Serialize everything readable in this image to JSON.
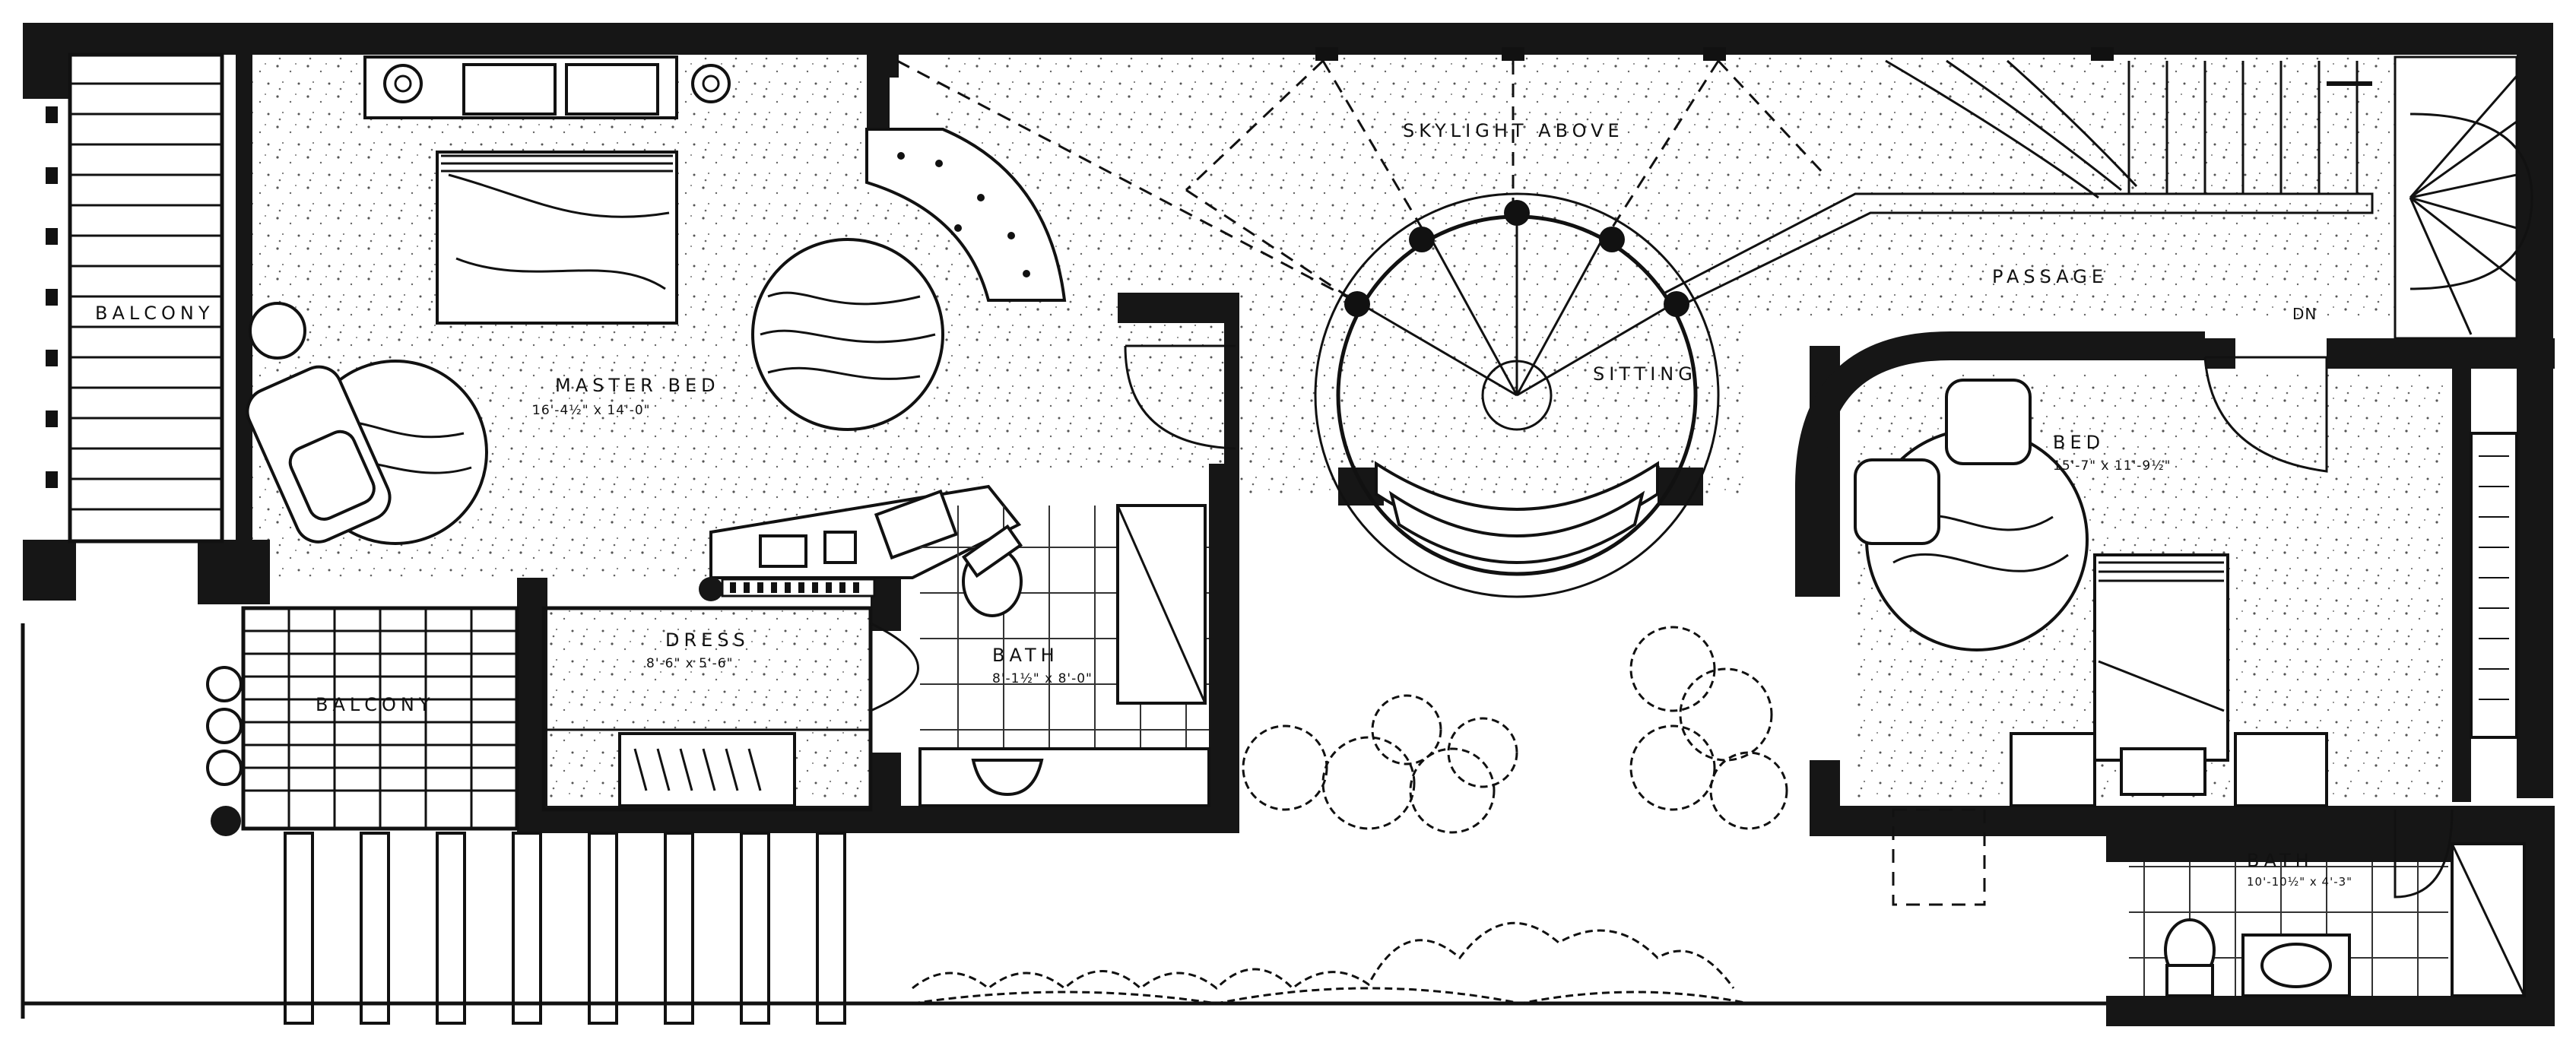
{
  "rooms": {
    "master_bed": {
      "name": "MASTER BED",
      "size": "16'-4½\" x 14'-0\""
    },
    "dress": {
      "name": "DRESS",
      "size": "8'-6\" x 5'-6\""
    },
    "bath_main": {
      "name": "BATH",
      "size": "8'-1½\" x 8'-0\""
    },
    "sitting": {
      "name": "SITTING"
    },
    "passage": {
      "name": "PASSAGE"
    },
    "bed": {
      "name": "BED",
      "size": "15'-7\" x 11'-9½\""
    },
    "bath_small": {
      "name": "BATH",
      "size": "10'-10½\" x 4'-3\""
    },
    "balcony_upper": {
      "name": "BALCONY"
    },
    "balcony_lower": {
      "name": "BALCONY"
    }
  },
  "annotations": {
    "skylight": "SKYLIGHT ABOVE",
    "stair_down": "DN"
  },
  "colors": {
    "ink": "#111111",
    "paper": "#ffffff"
  }
}
